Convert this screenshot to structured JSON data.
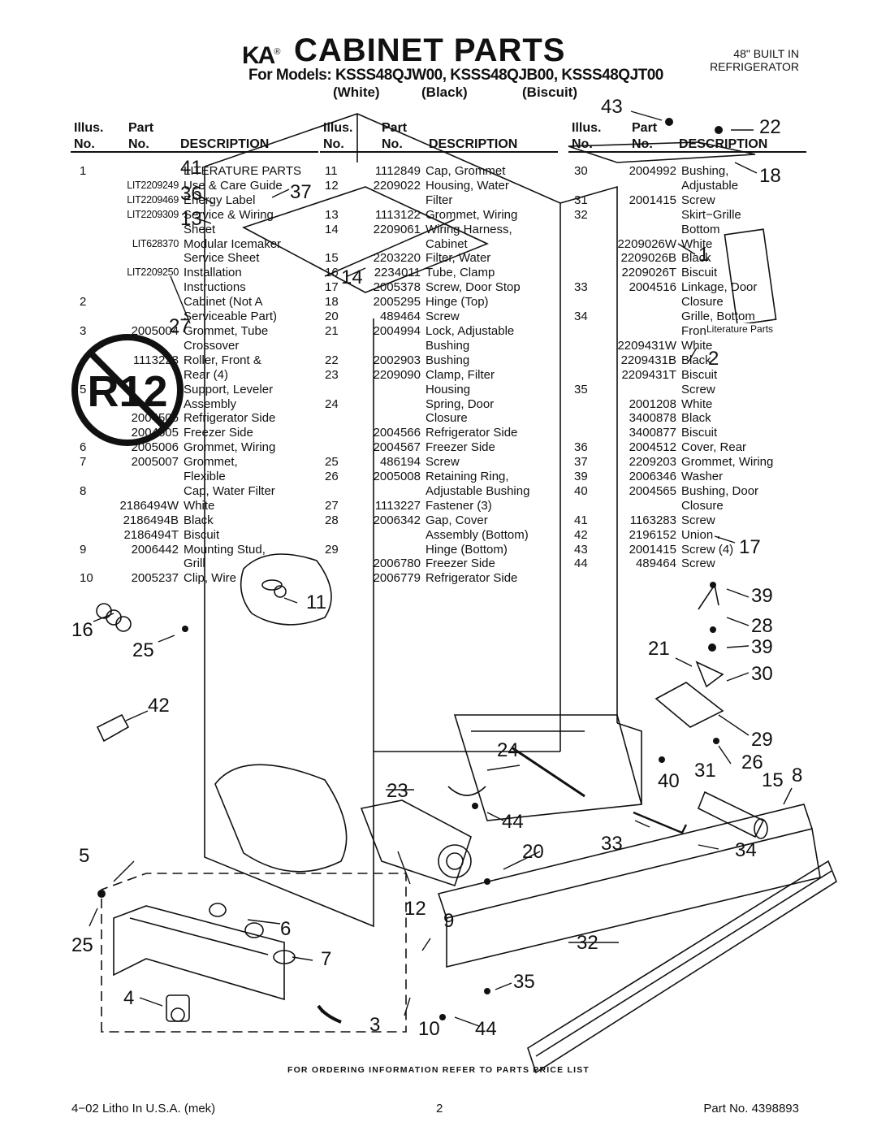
{
  "header": {
    "logo_text": "KA",
    "title": "CABINET PARTS",
    "subtitle": "For Models: KSSS48QJW00, KSSS48QJB00, KSSS48QJT00",
    "variants": [
      "(White)",
      "(Black)",
      "(Biscuit)"
    ],
    "top_right": [
      "48\" BUILT IN",
      "REFRIGERATOR"
    ]
  },
  "columns_head": {
    "illus": "Illus.",
    "no": "No.",
    "part": "Part",
    "part_no": "No.",
    "description": "DESCRIPTION"
  },
  "col1": [
    {
      "illus": "1",
      "part": "",
      "desc": "LITERATURE PARTS"
    },
    {
      "illus": "",
      "part": "LIT2209249",
      "desc": "Use & Care Guide",
      "lit": true
    },
    {
      "illus": "",
      "part": "LIT2209469",
      "desc": "Energy Label",
      "lit": true
    },
    {
      "illus": "",
      "part": "LIT2209309",
      "desc": "Service & Wiring",
      "lit": true
    },
    {
      "illus": "",
      "part": "",
      "desc": "Sheet"
    },
    {
      "illus": "",
      "part": "LIT628370",
      "desc": "Modular Icemaker",
      "lit": true
    },
    {
      "illus": "",
      "part": "",
      "desc": "Service Sheet"
    },
    {
      "illus": "",
      "part": "LIT2209250",
      "desc": "Installation",
      "lit": true
    },
    {
      "illus": "",
      "part": "",
      "desc": "Instructions"
    },
    {
      "illus": "",
      "part": "",
      "desc": ""
    },
    {
      "illus": "2",
      "part": "",
      "desc": "Cabinet (Not A"
    },
    {
      "illus": "",
      "part": "",
      "desc": "Serviceable Part)"
    },
    {
      "illus": "3",
      "part": "2005004",
      "desc": "Grommet, Tube"
    },
    {
      "illus": "",
      "part": "",
      "desc": "Crossover"
    },
    {
      "illus": "4",
      "part": "1113223",
      "desc": "Roller, Front &"
    },
    {
      "illus": "",
      "part": "",
      "desc": "Rear (4)"
    },
    {
      "illus": "5",
      "part": "",
      "desc": "Support, Leveler"
    },
    {
      "illus": "",
      "part": "",
      "desc": "Assembly"
    },
    {
      "illus": "",
      "part": "2004506",
      "desc": "Refrigerator Side"
    },
    {
      "illus": "",
      "part": "2004505",
      "desc": "Freezer Side"
    },
    {
      "illus": "6",
      "part": "2005006",
      "desc": "Grommet, Wiring"
    },
    {
      "illus": "7",
      "part": "2005007",
      "desc": "Grommet,"
    },
    {
      "illus": "",
      "part": "",
      "desc": "Flexible"
    },
    {
      "illus": "8",
      "part": "",
      "desc": "Cap, Water Filter"
    },
    {
      "illus": "",
      "part": "2186494W",
      "desc": "White"
    },
    {
      "illus": "",
      "part": "2186494B",
      "desc": "Black"
    },
    {
      "illus": "",
      "part": "2186494T",
      "desc": "Biscuit"
    },
    {
      "illus": "9",
      "part": "2006442",
      "desc": "Mounting Stud,"
    },
    {
      "illus": "",
      "part": "",
      "desc": "Grill"
    },
    {
      "illus": "10",
      "part": "2005237",
      "desc": "Clip, Wire"
    }
  ],
  "col2": [
    {
      "illus": "11",
      "part": "1112849",
      "desc": "Cap, Grommet"
    },
    {
      "illus": "12",
      "part": "2209022",
      "desc": "Housing, Water"
    },
    {
      "illus": "",
      "part": "",
      "desc": "Filter"
    },
    {
      "illus": "13",
      "part": "1113122",
      "desc": "Grommet, Wiring"
    },
    {
      "illus": "14",
      "part": "2209061",
      "desc": "Wiring Harness,"
    },
    {
      "illus": "",
      "part": "",
      "desc": "Cabinet"
    },
    {
      "illus": "15",
      "part": "2203220",
      "desc": "Filter, Water"
    },
    {
      "illus": "16",
      "part": "2234011",
      "desc": "Tube, Clamp"
    },
    {
      "illus": "17",
      "part": "2005378",
      "desc": "Screw, Door Stop"
    },
    {
      "illus": "18",
      "part": "2005295",
      "desc": "Hinge (Top)"
    },
    {
      "illus": "20",
      "part": "489464",
      "desc": "Screw"
    },
    {
      "illus": "21",
      "part": "2004994",
      "desc": "Lock, Adjustable"
    },
    {
      "illus": "",
      "part": "",
      "desc": "Bushing"
    },
    {
      "illus": "22",
      "part": "2002903",
      "desc": "Bushing"
    },
    {
      "illus": "23",
      "part": "2209090",
      "desc": "Clamp, Filter"
    },
    {
      "illus": "",
      "part": "",
      "desc": "Housing"
    },
    {
      "illus": "24",
      "part": "",
      "desc": "Spring, Door"
    },
    {
      "illus": "",
      "part": "",
      "desc": "Closure"
    },
    {
      "illus": "",
      "part": "2004566",
      "desc": "Refrigerator Side"
    },
    {
      "illus": "",
      "part": "2004567",
      "desc": "Freezer Side"
    },
    {
      "illus": "25",
      "part": "486194",
      "desc": "Screw"
    },
    {
      "illus": "26",
      "part": "2005008",
      "desc": "Retaining Ring,"
    },
    {
      "illus": "",
      "part": "",
      "desc": "Adjustable Bushing"
    },
    {
      "illus": "27",
      "part": "1113227",
      "desc": "Fastener (3)"
    },
    {
      "illus": "28",
      "part": "2006342",
      "desc": "Gap, Cover"
    },
    {
      "illus": "",
      "part": "",
      "desc": "Assembly (Bottom)"
    },
    {
      "illus": "29",
      "part": "",
      "desc": "Hinge (Bottom)"
    },
    {
      "illus": "",
      "part": "2006780",
      "desc": "Freezer Side"
    },
    {
      "illus": "",
      "part": "2006779",
      "desc": "Refrigerator Side"
    }
  ],
  "col3": [
    {
      "illus": "30",
      "part": "2004992",
      "desc": "Bushing,"
    },
    {
      "illus": "",
      "part": "",
      "desc": "Adjustable"
    },
    {
      "illus": "31",
      "part": "2001415",
      "desc": "Screw"
    },
    {
      "illus": "32",
      "part": "",
      "desc": "Skirt−Grille"
    },
    {
      "illus": "",
      "part": "",
      "desc": "Bottom"
    },
    {
      "illus": "",
      "part": "2209026W",
      "desc": "White"
    },
    {
      "illus": "",
      "part": "2209026B",
      "desc": "Black"
    },
    {
      "illus": "",
      "part": "2209026T",
      "desc": "Biscuit"
    },
    {
      "illus": "33",
      "part": "2004516",
      "desc": "Linkage, Door"
    },
    {
      "illus": "",
      "part": "",
      "desc": "Closure"
    },
    {
      "illus": "34",
      "part": "",
      "desc": "Grille, Bottom"
    },
    {
      "illus": "",
      "part": "",
      "desc": "Front"
    },
    {
      "illus": "",
      "part": "2209431W",
      "desc": "White"
    },
    {
      "illus": "",
      "part": "2209431B",
      "desc": "Black"
    },
    {
      "illus": "",
      "part": "2209431T",
      "desc": "Biscuit"
    },
    {
      "illus": "35",
      "part": "",
      "desc": "Screw"
    },
    {
      "illus": "",
      "part": "2001208",
      "desc": "White"
    },
    {
      "illus": "",
      "part": "3400878",
      "desc": "Black"
    },
    {
      "illus": "",
      "part": "3400877",
      "desc": "Biscuit"
    },
    {
      "illus": "36",
      "part": "2004512",
      "desc": "Cover, Rear"
    },
    {
      "illus": "37",
      "part": "2209203",
      "desc": "Grommet, Wiring"
    },
    {
      "illus": "39",
      "part": "2006346",
      "desc": "Washer"
    },
    {
      "illus": "40",
      "part": "2004565",
      "desc": "Bushing, Door"
    },
    {
      "illus": "",
      "part": "",
      "desc": "Closure"
    },
    {
      "illus": "41",
      "part": "1163283",
      "desc": "Screw"
    },
    {
      "illus": "42",
      "part": "2196152",
      "desc": "Union"
    },
    {
      "illus": "43",
      "part": "2001415",
      "desc": "Screw (4)"
    },
    {
      "illus": "44",
      "part": "489464",
      "desc": "Screw"
    }
  ],
  "diagram": {
    "callouts": [
      "41",
      "36",
      "37",
      "13",
      "14",
      "27",
      "16",
      "25",
      "42",
      "5",
      "25",
      "4",
      "3",
      "10",
      "44",
      "12",
      "9",
      "6",
      "7",
      "23",
      "24",
      "20",
      "44",
      "11",
      "43",
      "22",
      "18",
      "1",
      "2",
      "17",
      "39",
      "28",
      "21",
      "39",
      "30",
      "29",
      "31",
      "26",
      "15",
      "8",
      "40",
      "33",
      "34",
      "32",
      "35"
    ],
    "literature_label": "Literature Parts",
    "r12_text": "R12"
  },
  "footer": {
    "ordering_note": "FOR ORDERING INFORMATION REFER TO PARTS PRICE LIST",
    "litho": "4−02 Litho In U.S.A. (mek)",
    "page": "2",
    "part_no": "Part No. 4398893"
  }
}
